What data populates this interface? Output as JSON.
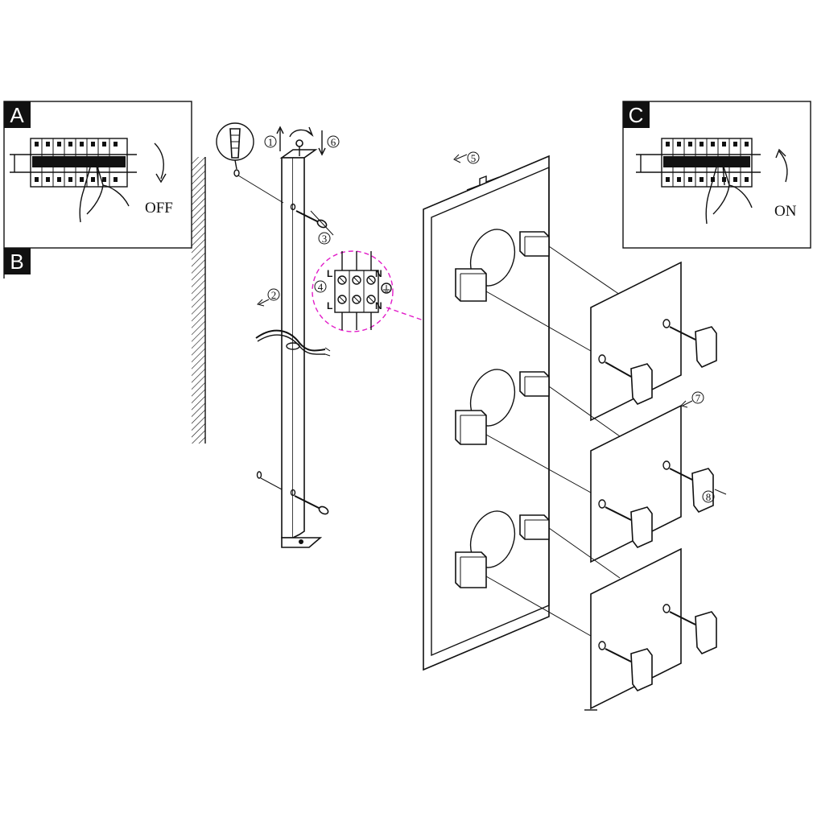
{
  "panels": {
    "a": {
      "letter": "A",
      "caption": "OFF"
    },
    "b": {
      "letter": "B"
    },
    "c": {
      "letter": "C",
      "caption": "ON"
    }
  },
  "wiring": {
    "left_top": "L",
    "left_bottom": "L",
    "right_top": "N",
    "right_bottom": "N"
  },
  "steps": [
    "1",
    "2",
    "3",
    "4",
    "5",
    "6",
    "7",
    "8"
  ]
}
